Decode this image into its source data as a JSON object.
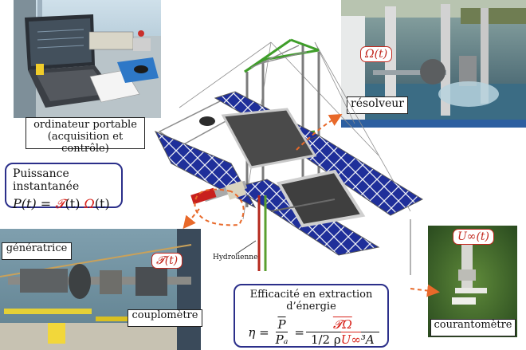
{
  "labels": {
    "laptop_line1": "ordinateur portable",
    "laptop_line2": "(acquisition et contrôle)",
    "resolver": "résolveur",
    "generator": "génératrice",
    "torque_meter": "couplomètre",
    "current_meter": "courantomètre",
    "hydro": "Hydrolienne"
  },
  "power_box": {
    "title": "Puissance instantanée",
    "lhs": "P(t) = ",
    "T": "𝓣",
    "t1": "(t) ",
    "Omega": "Ω",
    "t2": "(t)"
  },
  "efficiency_box": {
    "title": "Efficacité en extraction d’énergie",
    "eta": "η =",
    "num1": "P",
    "den1": "Pₐ",
    "eq": "=",
    "num2": "𝓣Ω",
    "den2_pre": "1/2 ρ",
    "den2_u": "U∞",
    "den2_post": "³A"
  },
  "tags": {
    "omega": "Ω(t)",
    "torque": "𝓣(t)",
    "u_inf": "U∞(t)"
  },
  "colors": {
    "accent_red": "#d8231b",
    "box_blue": "#2b2f8a",
    "arrow_orange": "#e8692a"
  }
}
